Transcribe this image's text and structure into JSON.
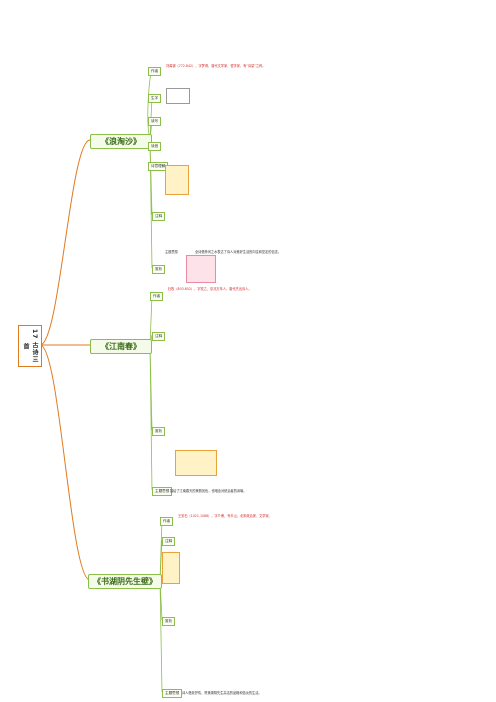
{
  "doc_title": "17 古诗三首",
  "poems": [
    {
      "title": "《浪淘沙》",
      "sections": [
        "作者",
        "生字",
        "读写",
        "读音",
        "诗意理解",
        "注释",
        "赏析"
      ],
      "author_text": "刘禹锡（772-842），字梦得，唐代文学家、哲学家，有“诗豪”之称。",
      "theme_label": "主题思想",
      "theme_text": "全诗借黄河之水表达了诗人对美好生活的向往和坚定的信念。"
    },
    {
      "title": "《江南春》",
      "sections": [
        "作者",
        "注释",
        "赏析",
        "主题思想"
      ],
      "author_text": "杜牧（803-852），字牧之，京兆万年人，唐代杰出诗人。",
      "theme_label": "主题思想",
      "theme_text": "描绘了江南春天的美丽景色，也暗含对统治者的讽喻。"
    },
    {
      "title": "《书湖阴先生壁》",
      "sections": [
        "作者",
        "注释",
        "赏析",
        "主题思想"
      ],
      "author_text": "王安石（1021-1086），字介甫，号半山，北宋政治家、文学家。",
      "theme_label": "主题思想",
      "theme_text": "诗人借景抒情，赞美湖阴先生高洁的品格和恬淡的生活。"
    }
  ],
  "colors": {
    "accent": "#8cbf4a",
    "root": "#e07a20",
    "highlight": "#d62a2a"
  }
}
